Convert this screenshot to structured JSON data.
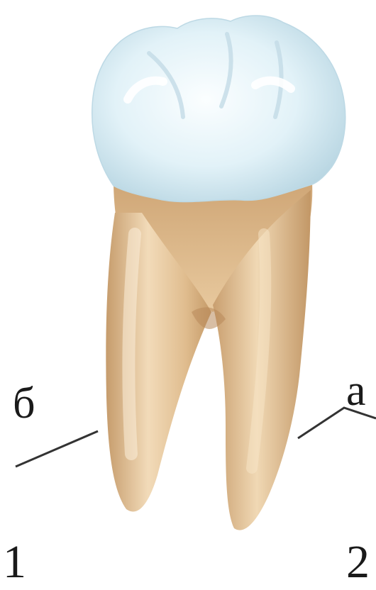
{
  "labels": {
    "b": "б",
    "a": "а",
    "one": "1",
    "two": "2"
  },
  "colors": {
    "crown_light": "#f4fbfe",
    "crown_mid": "#cfe6f0",
    "crown_shadow": "#a9cbd9",
    "root_light": "#f3dcbb",
    "root_mid": "#ddb98a",
    "root_dark": "#bf9464",
    "leader_line": "#333333",
    "text": "#1a1a1a"
  }
}
